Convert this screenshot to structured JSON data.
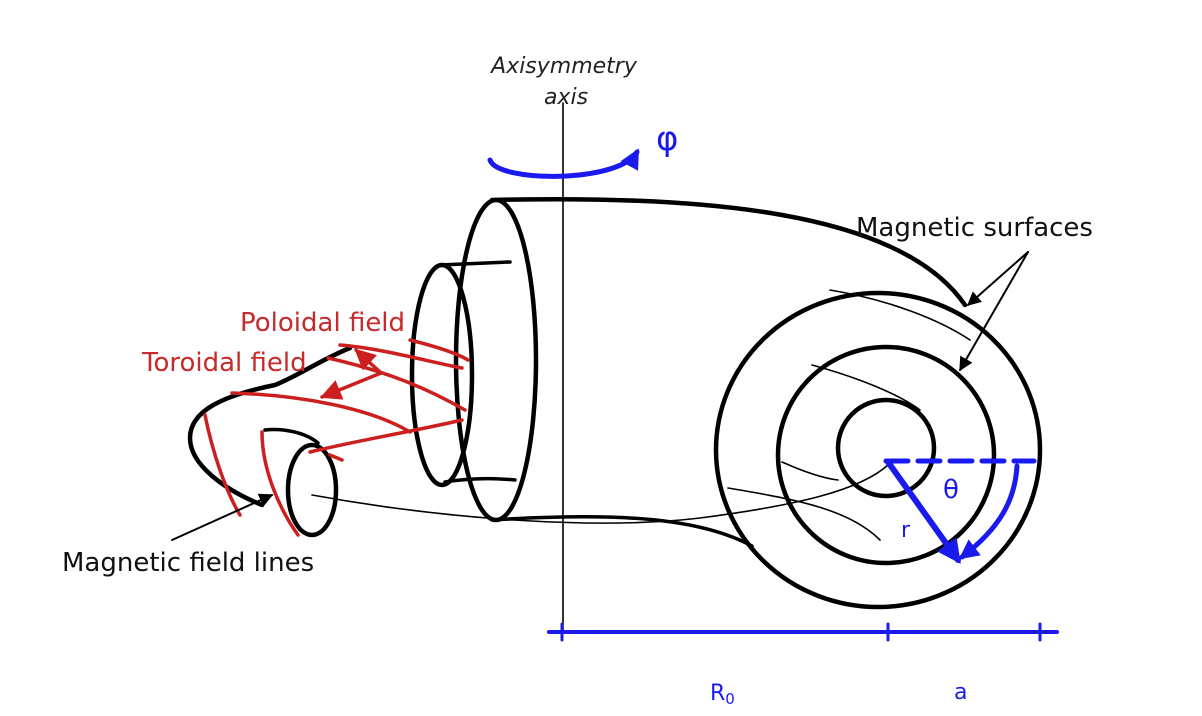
{
  "labels": {
    "axis_line1": "Axisymmetry",
    "axis_line2": "axis",
    "phi": "φ",
    "magnetic_surfaces": "Magnetic surfaces",
    "poloidal_field": "Poloidal field",
    "toroidal_field": "Toroidal field",
    "magnetic_field_lines": "Magnetic field lines",
    "theta": "θ",
    "r": "r",
    "R0_main": "R",
    "R0_sub": "0",
    "a": "a"
  },
  "colors": {
    "outline": "#000000",
    "field_lines": "#cc1f1f",
    "coordinates": "#1a1aee",
    "background": "#ffffff"
  }
}
